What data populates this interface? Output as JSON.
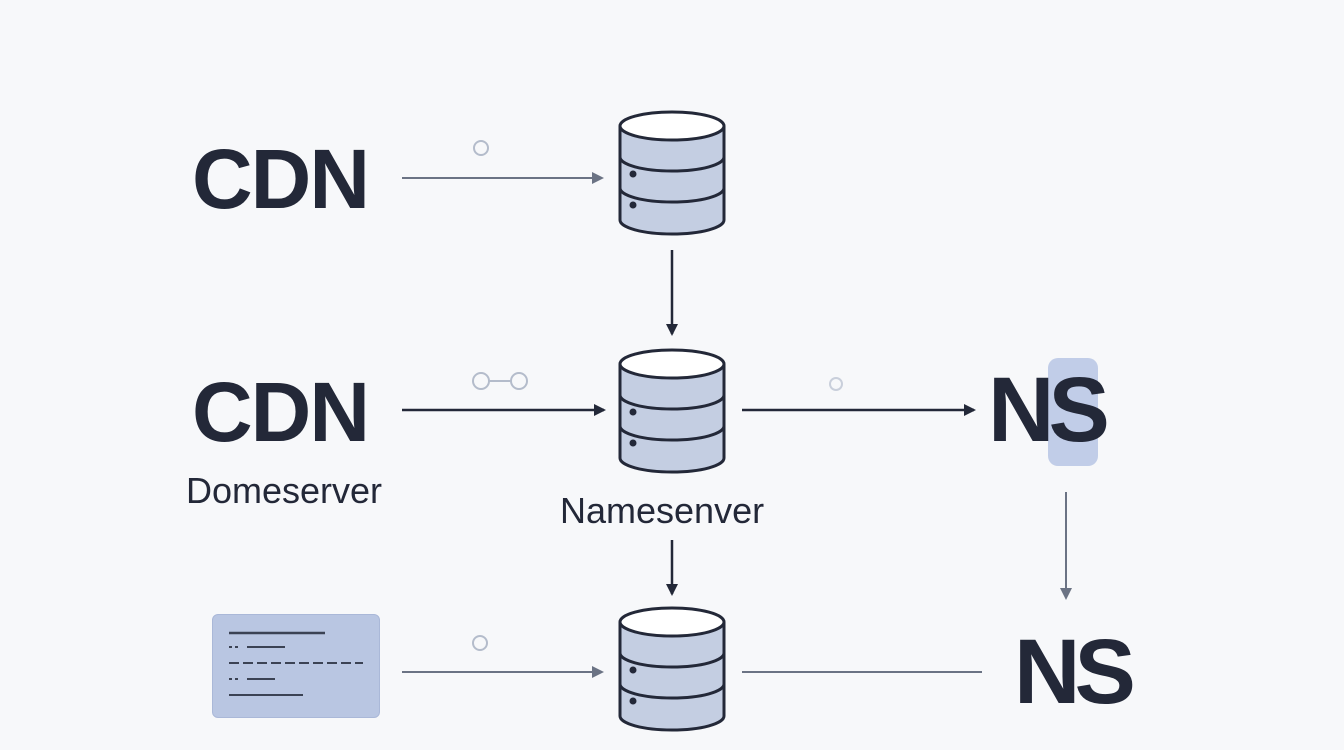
{
  "labels": {
    "cdn_top": "CDN",
    "cdn_middle": "CDN",
    "ns_middle": "NS",
    "ns_bottom": "NS"
  },
  "captions": {
    "domeserver": "Domeserver",
    "namesenver": "Namesenver"
  },
  "colors": {
    "background": "#f7f8fa",
    "ink": "#232838",
    "cylinder_fill": "#c4cee2",
    "cylinder_stroke": "#232838",
    "arrow_dark": "#232838",
    "arrow_light": "#6b7384",
    "card_fill": "#b9c6e2",
    "highlight": "#b7c5e4"
  },
  "icons": {
    "database": "database-cylinder-icon",
    "document": "document-card-icon",
    "node": "small-circle-icon",
    "link": "link-chain-icon"
  }
}
